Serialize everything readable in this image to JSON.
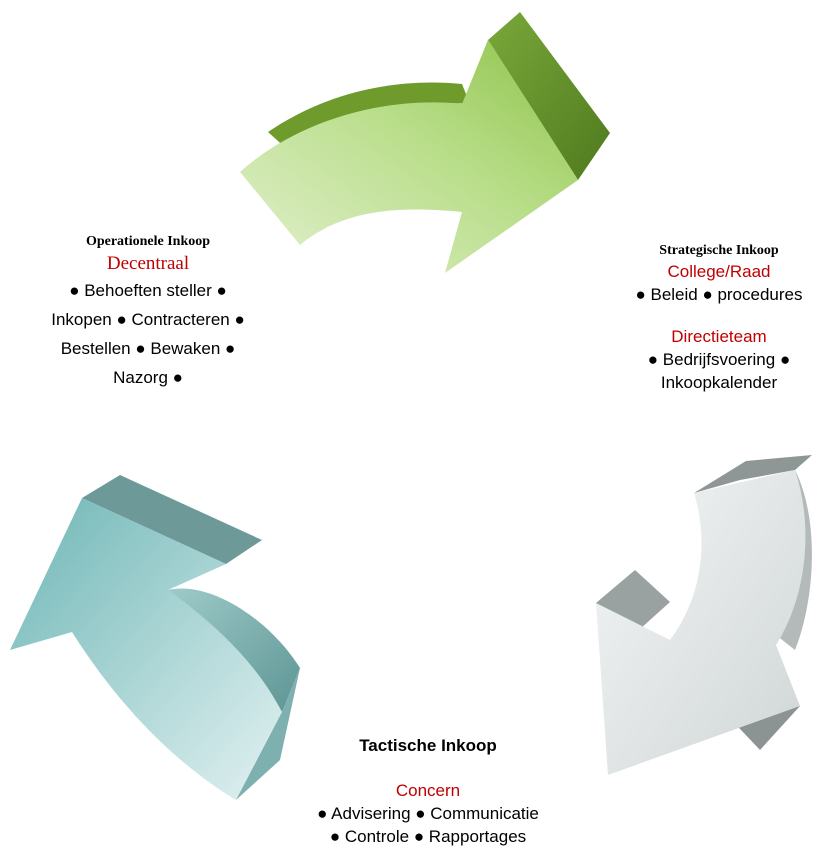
{
  "diagram": {
    "operational": {
      "title": "Operationele Inkoop",
      "sub": "Decentraal",
      "lines": [
        "● Behoeften steller ●",
        "Inkopen ● Contracteren ●",
        "Bestellen ● Bewaken ●",
        "Nazorg ●"
      ]
    },
    "strategic": {
      "title": "Strategische Inkoop",
      "sub1": "College/Raad",
      "line1": "● Beleid ● procedures",
      "sub2": "Directieteam",
      "lines2": [
        "● Bedrijfsvoering ●",
        "Inkoopkalender"
      ]
    },
    "tactical": {
      "title": "Tactische Inkoop",
      "sub": "Concern",
      "lines": [
        "● Advisering ● Communicatie",
        "● Controle ● Rapportages"
      ]
    },
    "arrows": [
      {
        "name": "green-arrow",
        "color": "#8dc63f"
      },
      {
        "name": "gray-arrow",
        "color": "#c8cccc"
      },
      {
        "name": "teal-arrow",
        "color": "#8ec6c6"
      }
    ]
  }
}
